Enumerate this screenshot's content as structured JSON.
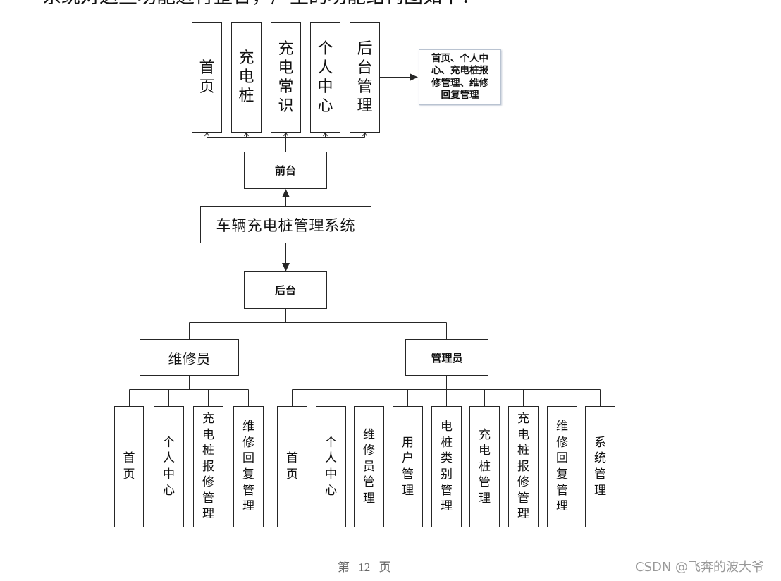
{
  "intro_text": "系统对这些功能进行整合，产生的功能结构图如下：",
  "diagram": {
    "root": "车辆充电桩管理系统",
    "frontend": {
      "label": "前台",
      "modules": [
        "首页",
        "充电桩",
        "充电常识",
        "个人中心",
        "后台管理"
      ],
      "note": "首页、个人中心、充电桩报修管理、维修回复管理"
    },
    "backend": {
      "label": "后台",
      "roles": [
        {
          "label": "维修员",
          "modules": [
            "首页",
            "个人中心",
            "充电桩报修管理",
            "维修回复管理"
          ]
        },
        {
          "label": "管理员",
          "modules": [
            "首页",
            "个人中心",
            "维修员管理",
            "用户管理",
            "电桩类别管理",
            "充电桩管理",
            "充电桩报修管理",
            "维修回复管理",
            "系统管理"
          ]
        }
      ]
    }
  },
  "footer": {
    "page_label": "第 12 页"
  },
  "watermark": "CSDN @飞奔的波大爷",
  "colors": {
    "line": "#262626",
    "footer_text": "#666666",
    "watermark_text": "#999999",
    "note_border": "#b9c3d1"
  }
}
